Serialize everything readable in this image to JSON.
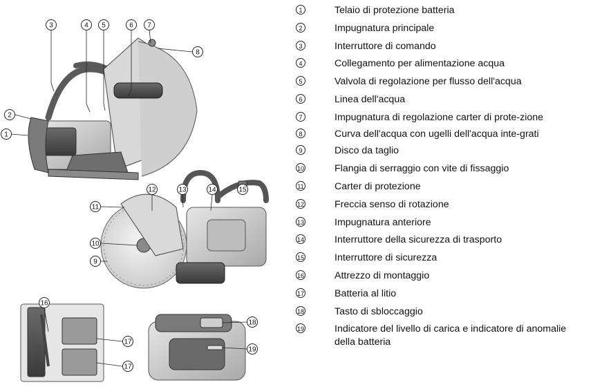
{
  "legend": {
    "items": [
      {
        "num": "1",
        "text": "Telaio di protezione batteria"
      },
      {
        "num": "2",
        "text": "Impugnatura principale"
      },
      {
        "num": "3",
        "text": "Interruttore di comando"
      },
      {
        "num": "4",
        "text": "Collegamento per alimentazione acqua"
      },
      {
        "num": "5",
        "text": "Valvola di regolazione per flusso dell'acqua"
      },
      {
        "num": "6",
        "text": "Linea dell'acqua"
      },
      {
        "num": "7",
        "text": "Impugnatura di regolazione carter di prote-zione"
      },
      {
        "num": "8",
        "text": "Curva dell'acqua con ugelli dell'acqua inte-grati"
      },
      {
        "num": "9",
        "text": "Disco da taglio"
      },
      {
        "num": "10",
        "text": "Flangia di serraggio con vite di fissaggio"
      },
      {
        "num": "11",
        "text": "Carter di protezione"
      },
      {
        "num": "12",
        "text": "Freccia senso di rotazione"
      },
      {
        "num": "13",
        "text": "Impugnatura anteriore"
      },
      {
        "num": "14",
        "text": "Interruttore della sicurezza di trasporto"
      },
      {
        "num": "15",
        "text": "Interruttore di sicurezza"
      },
      {
        "num": "16",
        "text": "Attrezzo di montaggio"
      },
      {
        "num": "17",
        "text": "Batteria al litio"
      },
      {
        "num": "18",
        "text": "Tasto di sbloccaggio"
      },
      {
        "num": "19",
        "text": "Indicatore del livello di carica e indicatore di anomalie della batteria"
      }
    ]
  },
  "callouts": {
    "c1": "1",
    "c2": "2",
    "c3": "3",
    "c4": "4",
    "c5": "5",
    "c6": "6",
    "c7": "7",
    "c8": "8",
    "c9": "9",
    "c10": "10",
    "c11": "11",
    "c12": "12",
    "c13": "13",
    "c14": "14",
    "c15": "15",
    "c16": "16",
    "c17a": "17",
    "c17b": "17",
    "c18": "18",
    "c19": "19"
  }
}
